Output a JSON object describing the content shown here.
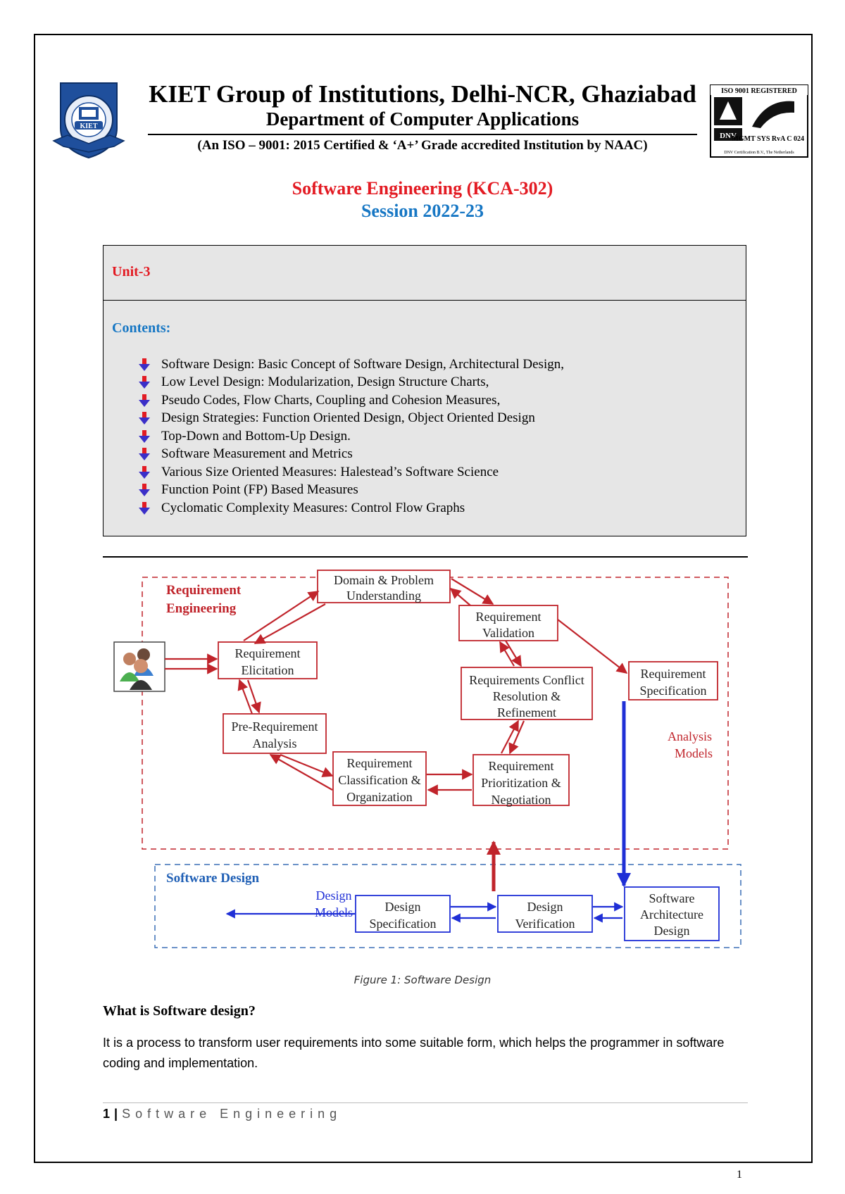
{
  "header": {
    "institution": "KIET Group of Institutions, Delhi-NCR, Ghaziabad",
    "department": "Department of Computer Applications",
    "accreditation": "(An ISO – 9001: 2015 Certified & ‘A+’ Grade accredited Institution by NAAC)",
    "left_logo": {
      "icon": "kiet-crest-icon",
      "text": "KIET"
    },
    "right_logo": {
      "icon": "iso-certification-icon",
      "top_text": "ISO 9001 REGISTERED",
      "badge": "DNV",
      "side_text": "MGMT SYS RvA C 024",
      "bottom_text": "DNV Certification B.V., The Netherlands"
    }
  },
  "course": {
    "title": "Software Engineering (KCA-302)",
    "session": "Session 2022-23"
  },
  "contents_box": {
    "unit": "Unit-3",
    "contents_label": "Contents:",
    "topics": [
      "Software Design: Basic Concept of Software Design, Architectural Design,",
      "Low Level Design: Modularization, Design Structure Charts,",
      "Pseudo Codes, Flow Charts, Coupling and Cohesion Measures,",
      "Design Strategies: Function Oriented Design, Object Oriented Design",
      "Top-Down and Bottom-Up Design.",
      "Software Measurement and Metrics",
      "Various Size Oriented Measures: Halestead’s Software Science",
      "Function Point (FP) Based Measures",
      "Cyclomatic Complexity Measures: Control Flow Graphs"
    ]
  },
  "diagram": {
    "req_region_label": [
      "Requirement",
      "Engineering"
    ],
    "design_region_label": "Software Design",
    "nodes": {
      "domain": [
        "Domain & Problem",
        "Understanding"
      ],
      "validation": [
        "Requirement",
        "Validation"
      ],
      "elicitation": [
        "Requirement",
        "Elicitation"
      ],
      "conflict": [
        "Requirements Conflict",
        "Resolution &",
        "Refinement"
      ],
      "specification": [
        "Requirement",
        "Specification"
      ],
      "pre_analysis": [
        "Pre-Requirement",
        "Analysis"
      ],
      "classification": [
        "Requirement",
        "Classification &",
        "Organization"
      ],
      "prioritization": [
        "Requirement",
        "Prioritization &",
        "Negotiation"
      ],
      "design_spec": [
        "Design",
        "Specification"
      ],
      "design_verify": [
        "Design",
        "Verification"
      ],
      "sw_arch": [
        "Software",
        "Architecture",
        "Design"
      ]
    },
    "analysis_models_label": [
      "Analysis",
      "Models"
    ],
    "design_models_label": [
      "Design",
      "Models"
    ],
    "colors": {
      "red": "#c0242b",
      "blue": "#1f2fd6",
      "text_red": "#c0242b",
      "text_blue": "#1f2fd6"
    }
  },
  "figure_caption": "Figure 1: Software Design",
  "question": "What is Software design?",
  "answer": "It is a process to transform user requirements into some suitable form, which helps the programmer in software coding and implementation.",
  "footer": {
    "page": "1",
    "separator": "|",
    "text": "Software Engineering"
  },
  "page_number": "1"
}
